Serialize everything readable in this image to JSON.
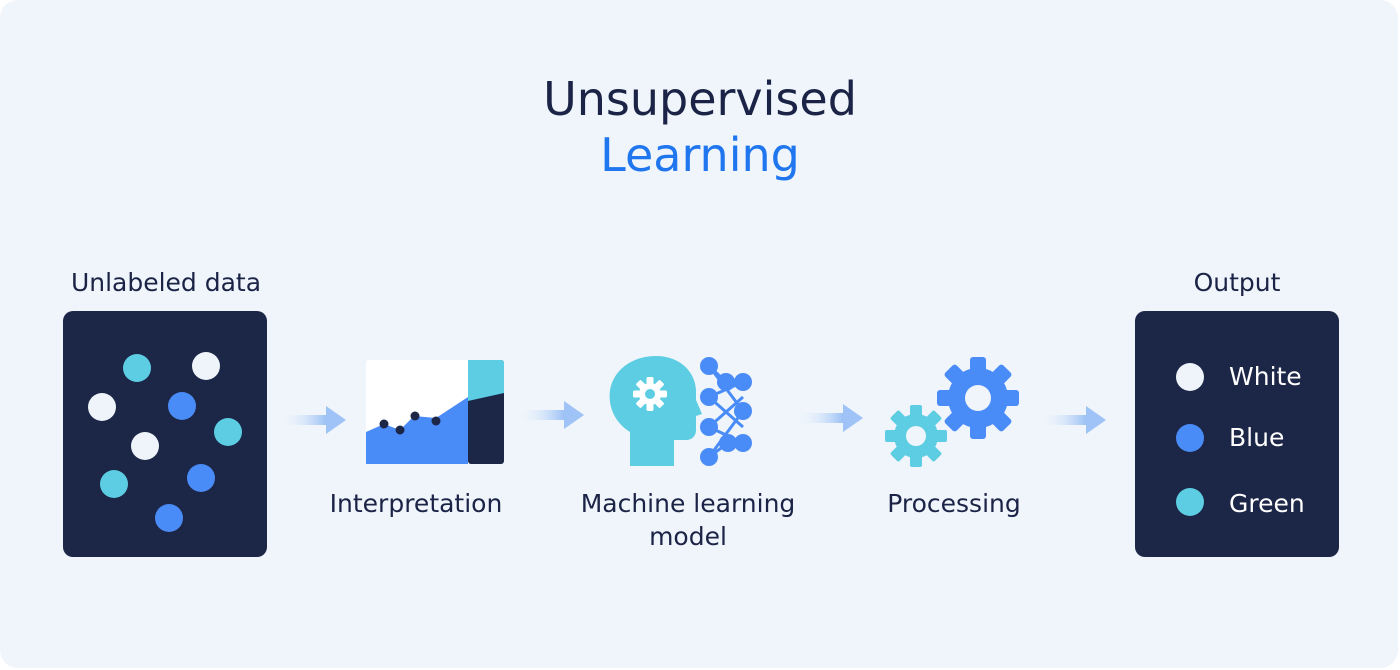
{
  "title": {
    "line1": "Unsupervised",
    "line2": "Learning"
  },
  "colors": {
    "background": "#eff5fb",
    "panel": "#1c2647",
    "text_dark": "#1b2346",
    "accent_blue": "#1f76ee",
    "white_dot": "#eef4fa",
    "blue_dot": "#4a8cf7",
    "green_dot": "#5ccde2",
    "arrow": "#9fc3f6"
  },
  "steps": {
    "input": {
      "label": "Unlabeled data",
      "icon": "scattered-dots-icon"
    },
    "interpretation": {
      "label": "Interpretation",
      "icon": "area-chart-icon"
    },
    "model": {
      "label_line1": "Machine learning",
      "label_line2": "model",
      "icon": "brain-network-icon"
    },
    "processing": {
      "label": "Processing",
      "icon": "gears-icon"
    },
    "output": {
      "label": "Output",
      "items": [
        {
          "label": "White",
          "color": "#eef4fa"
        },
        {
          "label": "Blue",
          "color": "#4a8cf7"
        },
        {
          "label": "Green",
          "color": "#5ccde2"
        }
      ]
    }
  }
}
